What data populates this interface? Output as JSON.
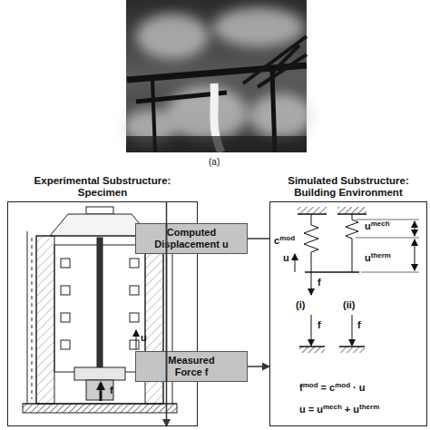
{
  "diagram": {
    "nodes": [
      {
        "text": [
          "Experimental Substructure: Specimen"
        ]
      },
      {
        "text": [
          "Computed Displacement u"
        ]
      },
      {
        "text": [
          "Measured Force f"
        ]
      },
      {
        "text": [
          "Simulated Substructure: Building Environment"
        ]
      }
    ],
    "edges": [
      {
        "from": 3,
        "to": 1,
        "arrow": "none"
      },
      {
        "from": 1,
        "to": 0,
        "arrow": "to"
      },
      {
        "from": 0,
        "to": 2,
        "arrow": "none"
      },
      {
        "from": 2,
        "to": 3,
        "arrow": "to"
      }
    ],
    "labels": [
      "(a)",
      "u",
      "f",
      "c",
      "mod",
      "u",
      "mech",
      "u",
      "therm",
      "u",
      "f",
      "(i)",
      "(ii)",
      "f",
      "f",
      "f",
      "mod",
      "= c",
      "mod",
      "· u",
      "u",
      "= u",
      "mech",
      "+ u",
      "therm"
    ]
  }
}
